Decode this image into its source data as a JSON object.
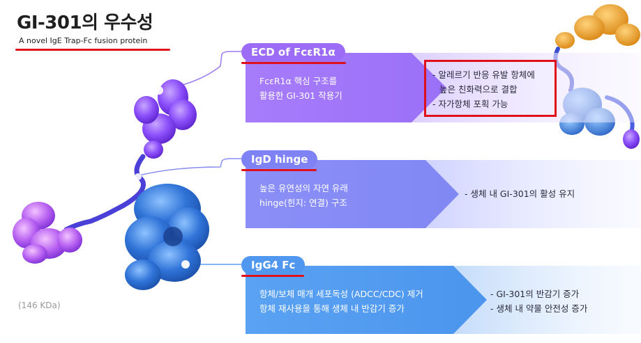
{
  "header": {
    "title": "GI-301의 우수성",
    "subtitle": "A novel IgE Trap-Fc fusion protein"
  },
  "molecule": {
    "weight_label": "(146 KDa)"
  },
  "sections": [
    {
      "tag": "ECD of FcεR1α",
      "description": [
        "FcεR1α 핵심 구조를",
        "활용한 GI-301 작용기"
      ],
      "effects": [
        "- 알레르기 반응 유발 항체에",
        "  높은 친화력으로 결합",
        "- 자가항체 포획 가능"
      ],
      "highlighted": true
    },
    {
      "tag": "IgD hinge",
      "description": [
        "높은 유연성의 자연 유래",
        "hinge(힌지: 연결) 구조"
      ],
      "effects": [
        "- 생체 내 GI-301의 활성 유지"
      ],
      "highlighted": false
    },
    {
      "tag": "IgG4 Fc",
      "description": [
        "항체/보체 매개 세포독성 (ADCC/CDC) 제거",
        "항체 재사용을 통해 생체 내 반감기 증가"
      ],
      "effects": [
        "- GI-301의 반감기 증가",
        "- 생체 내 약물 안전성 증가"
      ],
      "highlighted": false
    }
  ],
  "colors": {
    "accent_red": "#e0101a",
    "purple": "#9b6cf7",
    "violet": "#7e86f4",
    "blue": "#4f97ef"
  }
}
